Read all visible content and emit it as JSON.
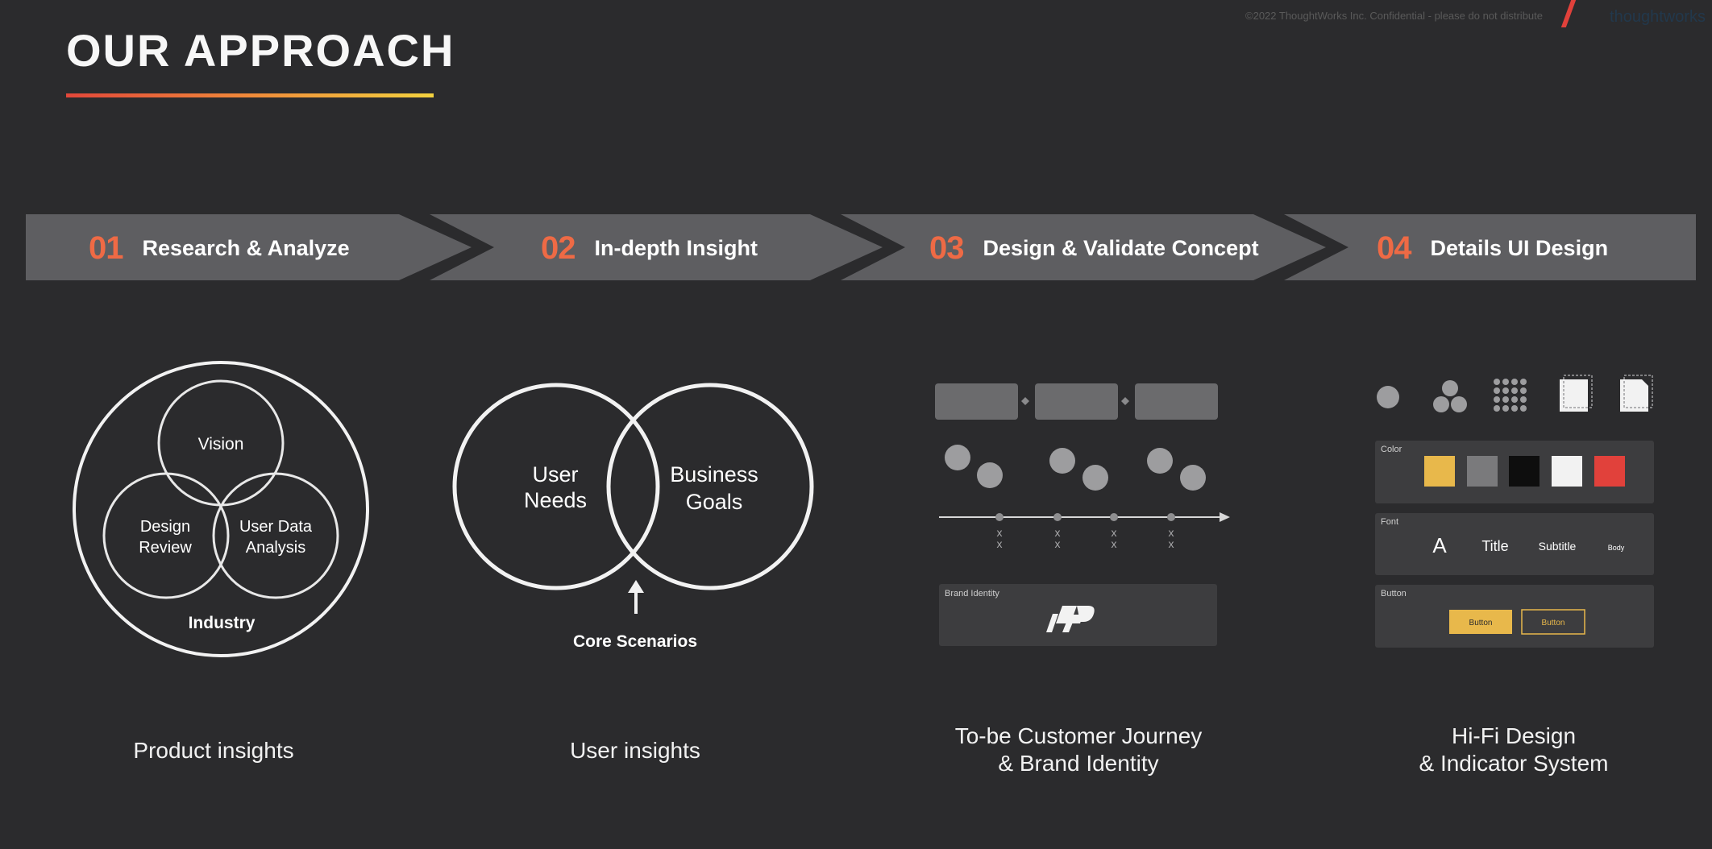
{
  "header": {
    "title": "OUR APPROACH",
    "confidential": "©2022 ThoughtWorks Inc. Confidential - please do not distribute",
    "logo_text": "thoughtworks"
  },
  "colors": {
    "background": "#2b2b2d",
    "step_band": "#5e5e61",
    "step_number": "#ee6a45",
    "accent_yellow": "#e8b84b",
    "accent_red": "#e1413b"
  },
  "steps": [
    {
      "num": "01",
      "label": "Research & Analyze"
    },
    {
      "num": "02",
      "label": "In-depth Insight"
    },
    {
      "num": "03",
      "label": "Design & Validate Concept"
    },
    {
      "num": "04",
      "label": "Details UI Design"
    }
  ],
  "product_insights": {
    "vision": "Vision",
    "design_review": [
      "Design",
      "Review"
    ],
    "user_data": [
      "User Data",
      "Analysis"
    ],
    "industry": "Industry",
    "caption": "Product insights"
  },
  "user_insights": {
    "user_needs": [
      "User",
      "Needs"
    ],
    "business_goals": [
      "Business",
      "Goals"
    ],
    "core_scenarios": "Core Scenarios",
    "caption": "User insights"
  },
  "journey": {
    "x_marks": [
      "x",
      "x"
    ],
    "brand_identity_label": "Brand Identity",
    "caption": [
      "To-be Customer Journey",
      "& Brand Identity"
    ]
  },
  "hifi": {
    "color_label": "Color",
    "swatches": [
      "#e8b84b",
      "#7a7a7c",
      "#0e0e0e",
      "#f2f2f2",
      "#e1413b"
    ],
    "font_label": "Font",
    "font_samples": [
      "A",
      "Title",
      "Subtitle",
      "Body"
    ],
    "button_label": "Button",
    "button_primary": "Button",
    "button_secondary": "Button",
    "caption": [
      "Hi-Fi Design",
      "& Indicator System"
    ]
  }
}
